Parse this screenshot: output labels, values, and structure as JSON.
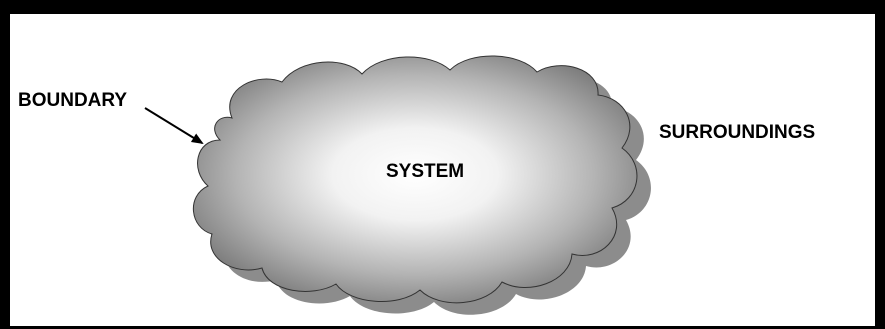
{
  "diagram": {
    "boundary_label": "BOUNDARY",
    "system_label": "SYSTEM",
    "surroundings_label": "SURROUNDINGS"
  },
  "colors": {
    "frame": "#000000",
    "background": "#ffffff",
    "cloud_center": "#ffffff",
    "cloud_edge": "#6a6a6a",
    "cloud_shadow": "#8c8c8c",
    "text": "#000000"
  }
}
